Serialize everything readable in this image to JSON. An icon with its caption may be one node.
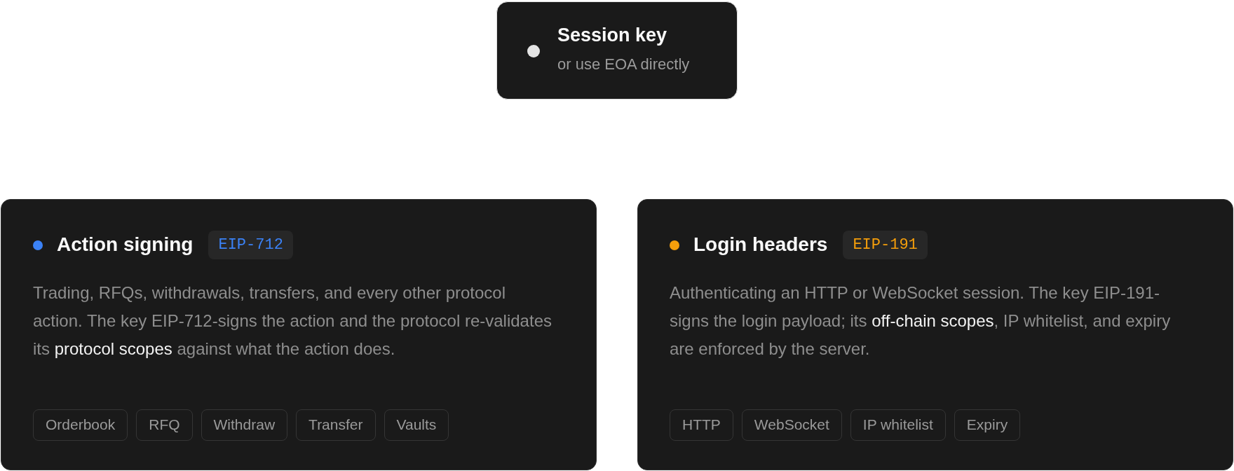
{
  "diagram": {
    "nodes": [
      {
        "text": [
          "Session key",
          "or use EOA directly"
        ]
      },
      {
        "text": [
          "Action signing",
          "Trading, RFQs, withdrawals, transfers, and every other protocol action. The key EIP-712-signs the action and the protocol re-validates its **protocol scopes** against what the action does."
        ]
      },
      {
        "text": [
          "EIP-712"
        ],
        "in": 1
      },
      {
        "text": [
          "Orderbook"
        ],
        "in": 1
      },
      {
        "text": [
          "RFQ"
        ],
        "in": 1
      },
      {
        "text": [
          "Withdraw"
        ],
        "in": 1
      },
      {
        "text": [
          "Transfer"
        ],
        "in": 1
      },
      {
        "text": [
          "Vaults"
        ],
        "in": 1
      },
      {
        "text": [
          "Login headers",
          "Authenticating an HTTP or WebSocket session. The key EIP-191-signs the login payload; its **off-chain scopes**, IP whitelist, and expiry are enforced by the server."
        ]
      },
      {
        "text": [
          "EIP-191"
        ],
        "in": 8
      },
      {
        "text": [
          "HTTP"
        ],
        "in": 8
      },
      {
        "text": [
          "WebSocket"
        ],
        "in": 8
      },
      {
        "text": [
          "IP whitelist"
        ],
        "in": 8
      },
      {
        "text": [
          "Expiry"
        ],
        "in": 8
      }
    ]
  }
}
